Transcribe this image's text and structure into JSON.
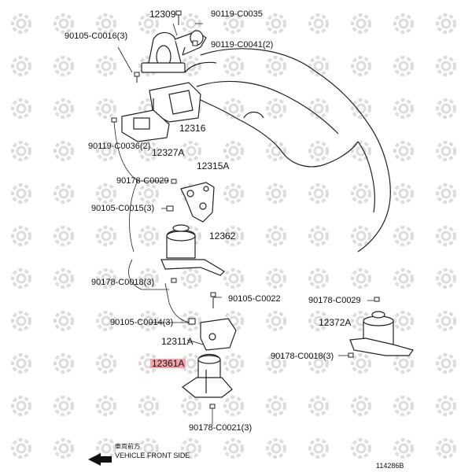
{
  "diagram": {
    "parts": {
      "p12309": "12309",
      "p90119_c0035": "90119-C0035",
      "p90105_c0016": "90105-C0016(3)",
      "p90119_c0041": "90119-C0041(2)",
      "p12316": "12316",
      "p90119_c0036": "90119-C0036(2)",
      "p12327a": "12327A",
      "p12315a": "12315A",
      "p90178_c0029_top": "90178-C0029",
      "p90105_c0015": "90105-C0015(3)",
      "p12362": "12362",
      "p90178_c0018_left": "90178-C0018(3)",
      "p90105_c0022": "90105-C0022",
      "p90105_c0014": "90105-C0014(3)",
      "p12311a": "12311A",
      "p12361a": "12361A",
      "p90178_c0021": "90178-C0021(3)",
      "p90178_c0029_right": "90178-C0029",
      "p12372a": "12372A",
      "p90178_c0018_right": "90178-C0018(3)"
    },
    "direction_cn": "車両前方",
    "direction_en": "VEHICLE FRONT SIDE",
    "figure_code": "114286B",
    "highlight_color": "#f4a3a8",
    "watermark_color": "#dcdcdc"
  }
}
